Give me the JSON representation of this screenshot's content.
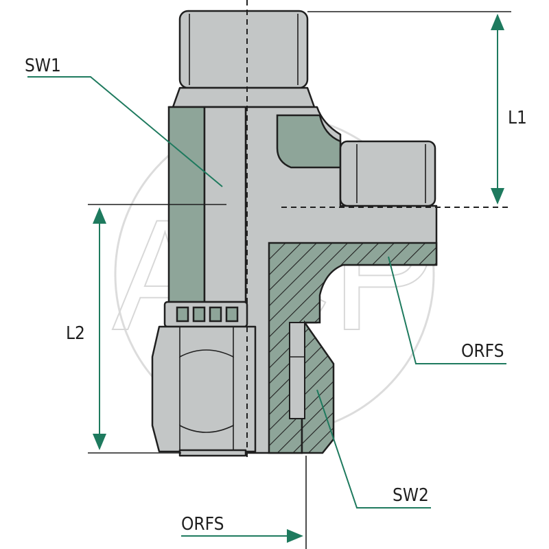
{
  "watermark": "ACP",
  "labels": {
    "sw1": "SW1",
    "sw2": "SW2",
    "l1": "L1",
    "l2": "L2",
    "orfs_right": "ORFS",
    "orfs_bottom": "ORFS"
  },
  "colors": {
    "body": "#c3c6c6",
    "shade": "#8ea599",
    "dimension": "#1e7a5e",
    "outline": "#1f1f1f"
  }
}
